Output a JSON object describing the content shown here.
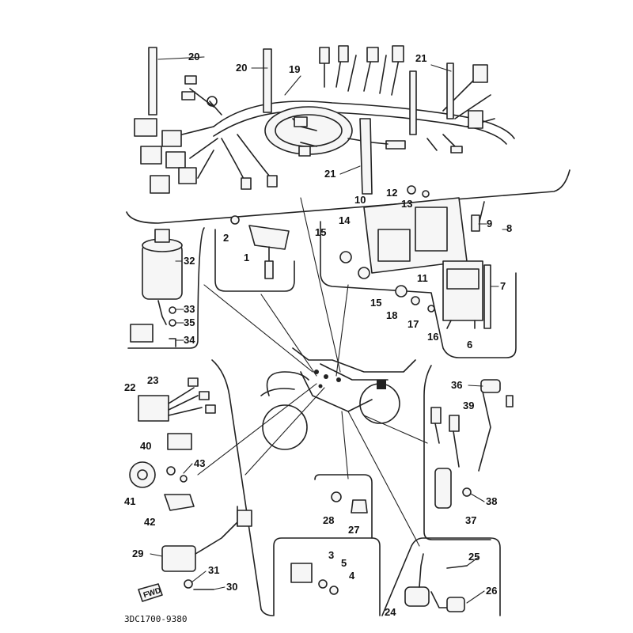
{
  "drawing_code": "3DC1700-9380",
  "fwd_mark": "FWD",
  "callouts": {
    "c1": "1",
    "c2": "2",
    "c3": "3",
    "c4": "4",
    "c5": "5",
    "c6": "6",
    "c7": "7",
    "c8": "8",
    "c9": "9",
    "c10": "10",
    "c11": "11",
    "c12": "12",
    "c13": "13",
    "c14": "14",
    "c15a": "15",
    "c15b": "15",
    "c16": "16",
    "c17": "17",
    "c18": "18",
    "c19": "19",
    "c20a": "20",
    "c20b": "20",
    "c21a": "21",
    "c21b": "21",
    "c22": "22",
    "c23": "23",
    "c24": "24",
    "c25": "25",
    "c26": "26",
    "c27": "27",
    "c28": "28",
    "c29": "29",
    "c30": "30",
    "c31": "31",
    "c32": "32",
    "c33": "33",
    "c34": "34",
    "c35": "35",
    "c36": "36",
    "c37": "37",
    "c38": "38",
    "c39": "39",
    "c40": "40",
    "c41": "41",
    "c42": "42",
    "c43": "43"
  }
}
